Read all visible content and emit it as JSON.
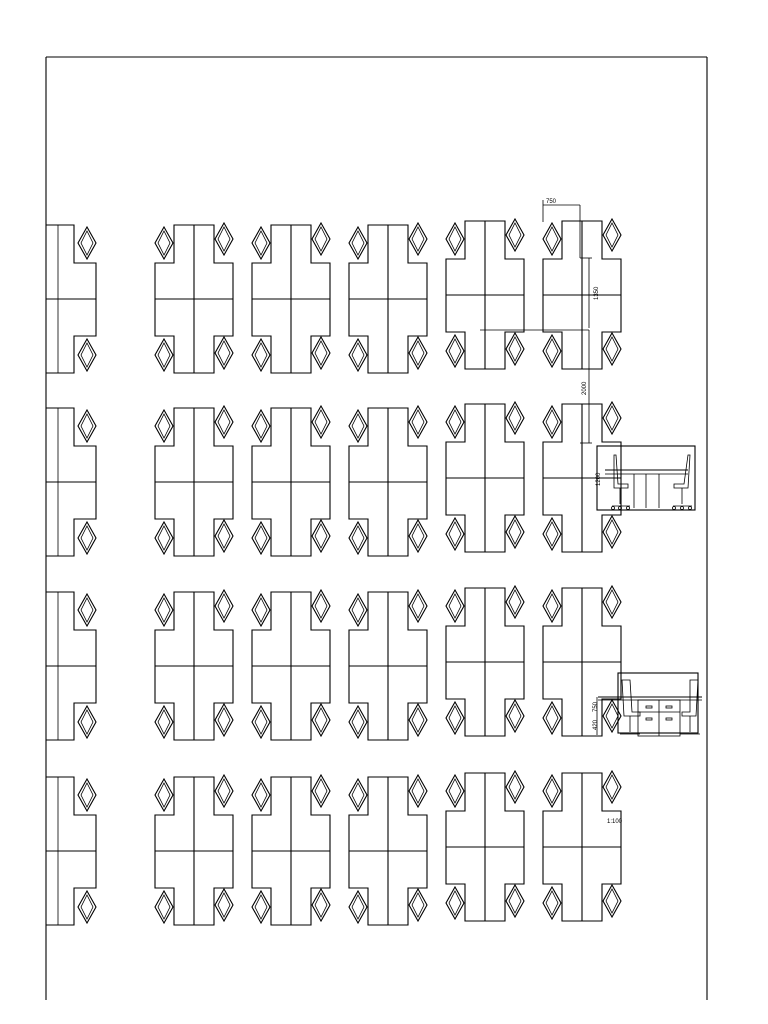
{
  "dimensions": {
    "top_width": "750",
    "vertical_1": "1350",
    "vertical_2": "2000",
    "elevation_1_height": "1200",
    "elevation_2_height_a": "750",
    "elevation_2_height_b": "420"
  },
  "scale_label": "1:100",
  "layout": {
    "rows": 4,
    "columns": 6,
    "first_column_partial": true
  }
}
